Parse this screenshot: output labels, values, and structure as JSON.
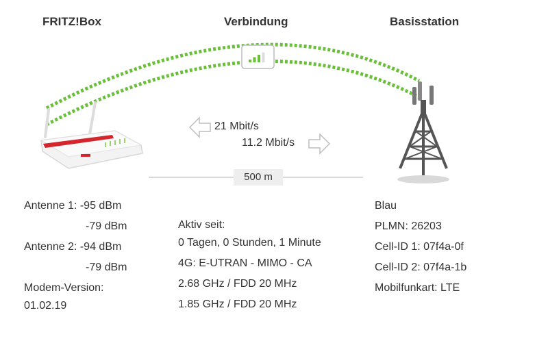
{
  "headers": {
    "fritzbox": "FRITZ!Box",
    "verbindung": "Verbindung",
    "basisstation": "Basisstation"
  },
  "connection": {
    "downstream": "21 Mbit/s",
    "upstream": "11.2 Mbit/s",
    "distance": "500 m",
    "signal_bars_lit": 3,
    "signal_bars_total": 4,
    "colors": {
      "signal": "#6abf3a",
      "router_stripe": "#d4262c",
      "tower": "#555555"
    }
  },
  "fritzbox": {
    "antenna1_label": "Antenne 1: -95 dBm",
    "antenna1_second": "-79 dBm",
    "antenna2_label": "Antenne 2: -94 dBm",
    "antenna2_second": "-79 dBm",
    "modem_version_label": "Modem-Version:",
    "modem_version_value": "01.02.19"
  },
  "verbindung": {
    "active_since_label": "Aktiv seit:",
    "active_since_value": "0 Tagen, 0 Stunden, 1 Minute",
    "technology": "4G: E-UTRAN - MIMO - CA",
    "band1": "2.68 GHz / FDD 20 MHz",
    "band2": "1.85 GHz / FDD 20 MHz"
  },
  "basisstation": {
    "provider": "Blau",
    "plmn": "PLMN: 26203",
    "cell_id_1": "Cell-ID 1: 07f4a-0f",
    "cell_id_2": "Cell-ID 2: 07f4a-1b",
    "mobilfunkart": "Mobilfunkart: LTE"
  }
}
